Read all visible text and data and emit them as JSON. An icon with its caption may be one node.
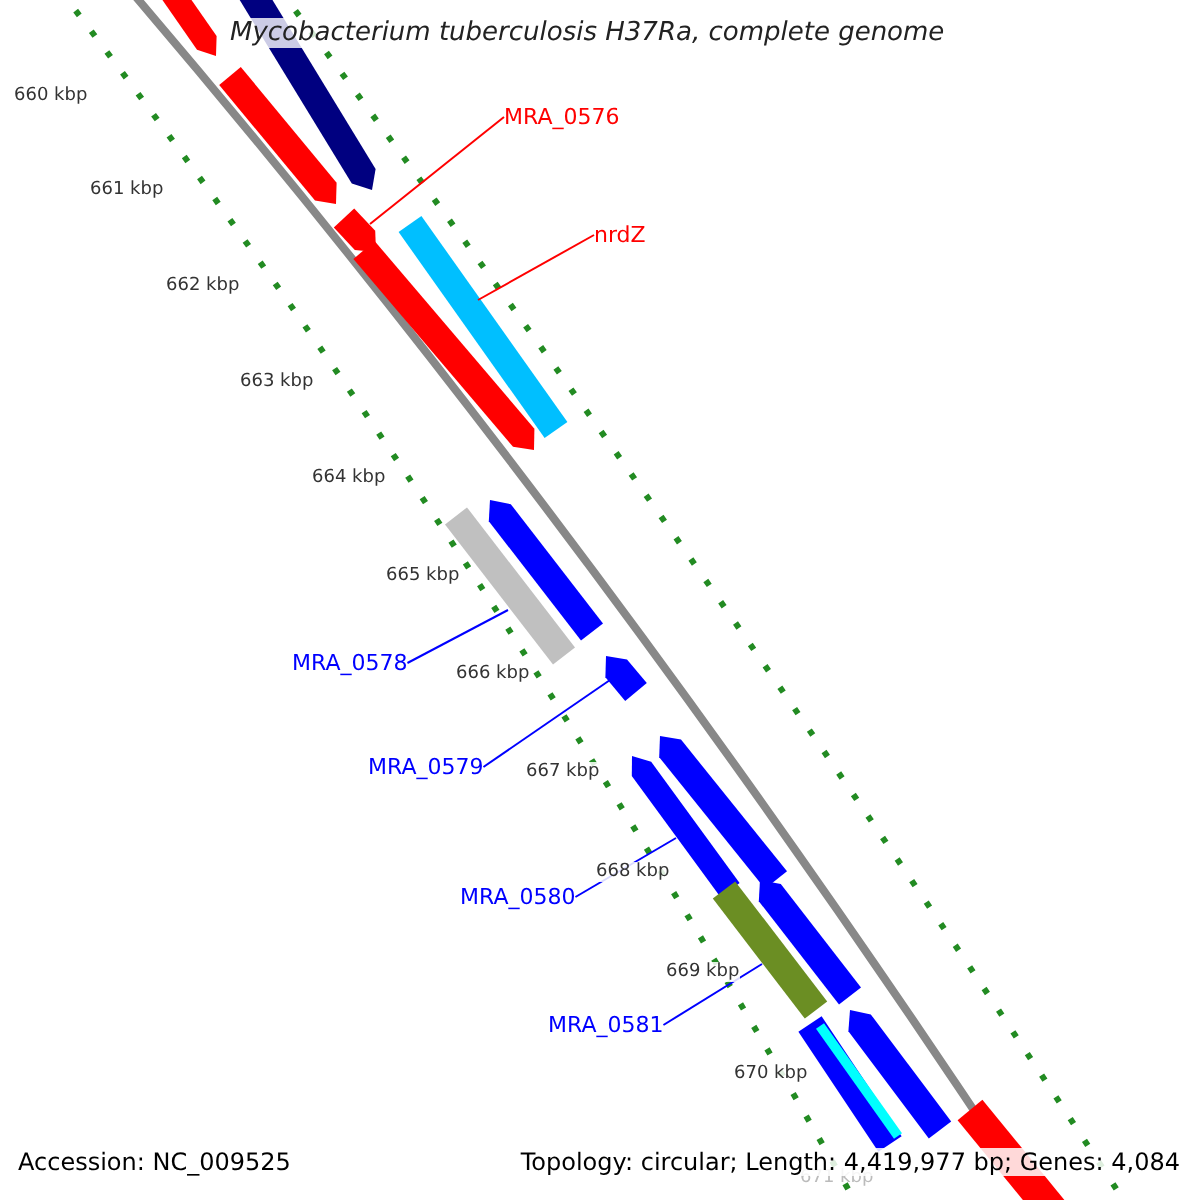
{
  "diagram": {
    "title": "Mycobacterium tuberculosis H37Ra, complete genome",
    "nodes": [
      {
        "text": [
          "MRA_0576"
        ]
      },
      {
        "text": [
          "nrdZ"
        ]
      },
      {
        "text": [
          "MRA_0578"
        ]
      },
      {
        "text": [
          "MRA_0579"
        ]
      },
      {
        "text": [
          "MRA_0580"
        ]
      },
      {
        "text": [
          "MRA_0581"
        ]
      },
      {
        "text": [],
        "shape": "bar"
      },
      {
        "text": [],
        "shape": "bar"
      },
      {
        "text": [],
        "shape": "bar"
      },
      {
        "text": [],
        "shape": "bar"
      },
      {
        "text": [],
        "shape": "bar"
      },
      {
        "text": [],
        "shape": "bar"
      },
      {
        "text": [],
        "shape": "bar"
      },
      {
        "text": [],
        "shape": "bar"
      },
      {
        "text": [],
        "shape": "bar"
      },
      {
        "text": [],
        "shape": "bar"
      },
      {
        "text": [],
        "shape": "bar"
      },
      {
        "text": [],
        "shape": "bar"
      },
      {
        "text": [],
        "shape": "bar"
      },
      {
        "text": [],
        "shape": "bar"
      },
      {
        "text": [],
        "shape": "bar"
      },
      {
        "text": [],
        "shape": "bar"
      }
    ],
    "edges": [
      {
        "from": 0,
        "to": 9,
        "arrow": "none",
        "color": "#ff0000"
      },
      {
        "from": 1,
        "to": 10,
        "arrow": "none",
        "color": "#ff0000"
      },
      {
        "from": 2,
        "to": 13,
        "arrow": "none"
      },
      {
        "from": 3,
        "to": 14,
        "arrow": "none"
      },
      {
        "from": 4,
        "to": 16,
        "arrow": "none"
      },
      {
        "from": 5,
        "to": 18,
        "arrow": "none"
      }
    ],
    "labels": [
      "660 kbp",
      "661 kbp",
      "662 kbp",
      "663 kbp",
      "664 kbp",
      "665 kbp",
      "666 kbp",
      "667 kbp",
      "668 kbp",
      "669 kbp",
      "670 kbp",
      "671 kbp",
      "Accession: NC_009525",
      "Topology: circular; Length: 4,419,977 bp; Genes: 4,084"
    ]
  }
}
